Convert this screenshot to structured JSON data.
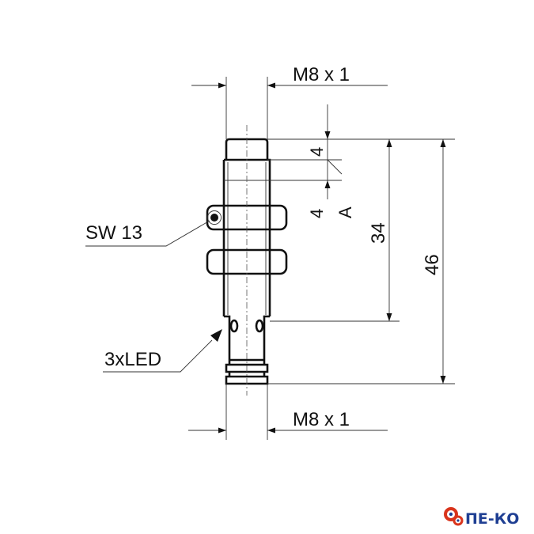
{
  "labels": {
    "thread_top": "M8 x 1",
    "thread_bottom": "M8 x 1",
    "wrench_size": "SW 13",
    "led": "3xLED",
    "dim_a1": "4",
    "dim_a2": "4",
    "ref_a": "A",
    "dim_thread": "34",
    "dim_total": "46"
  },
  "logo": {
    "text": "ПЕ-КО",
    "color": "#1f3f93",
    "gear_color": "#d9341c"
  }
}
